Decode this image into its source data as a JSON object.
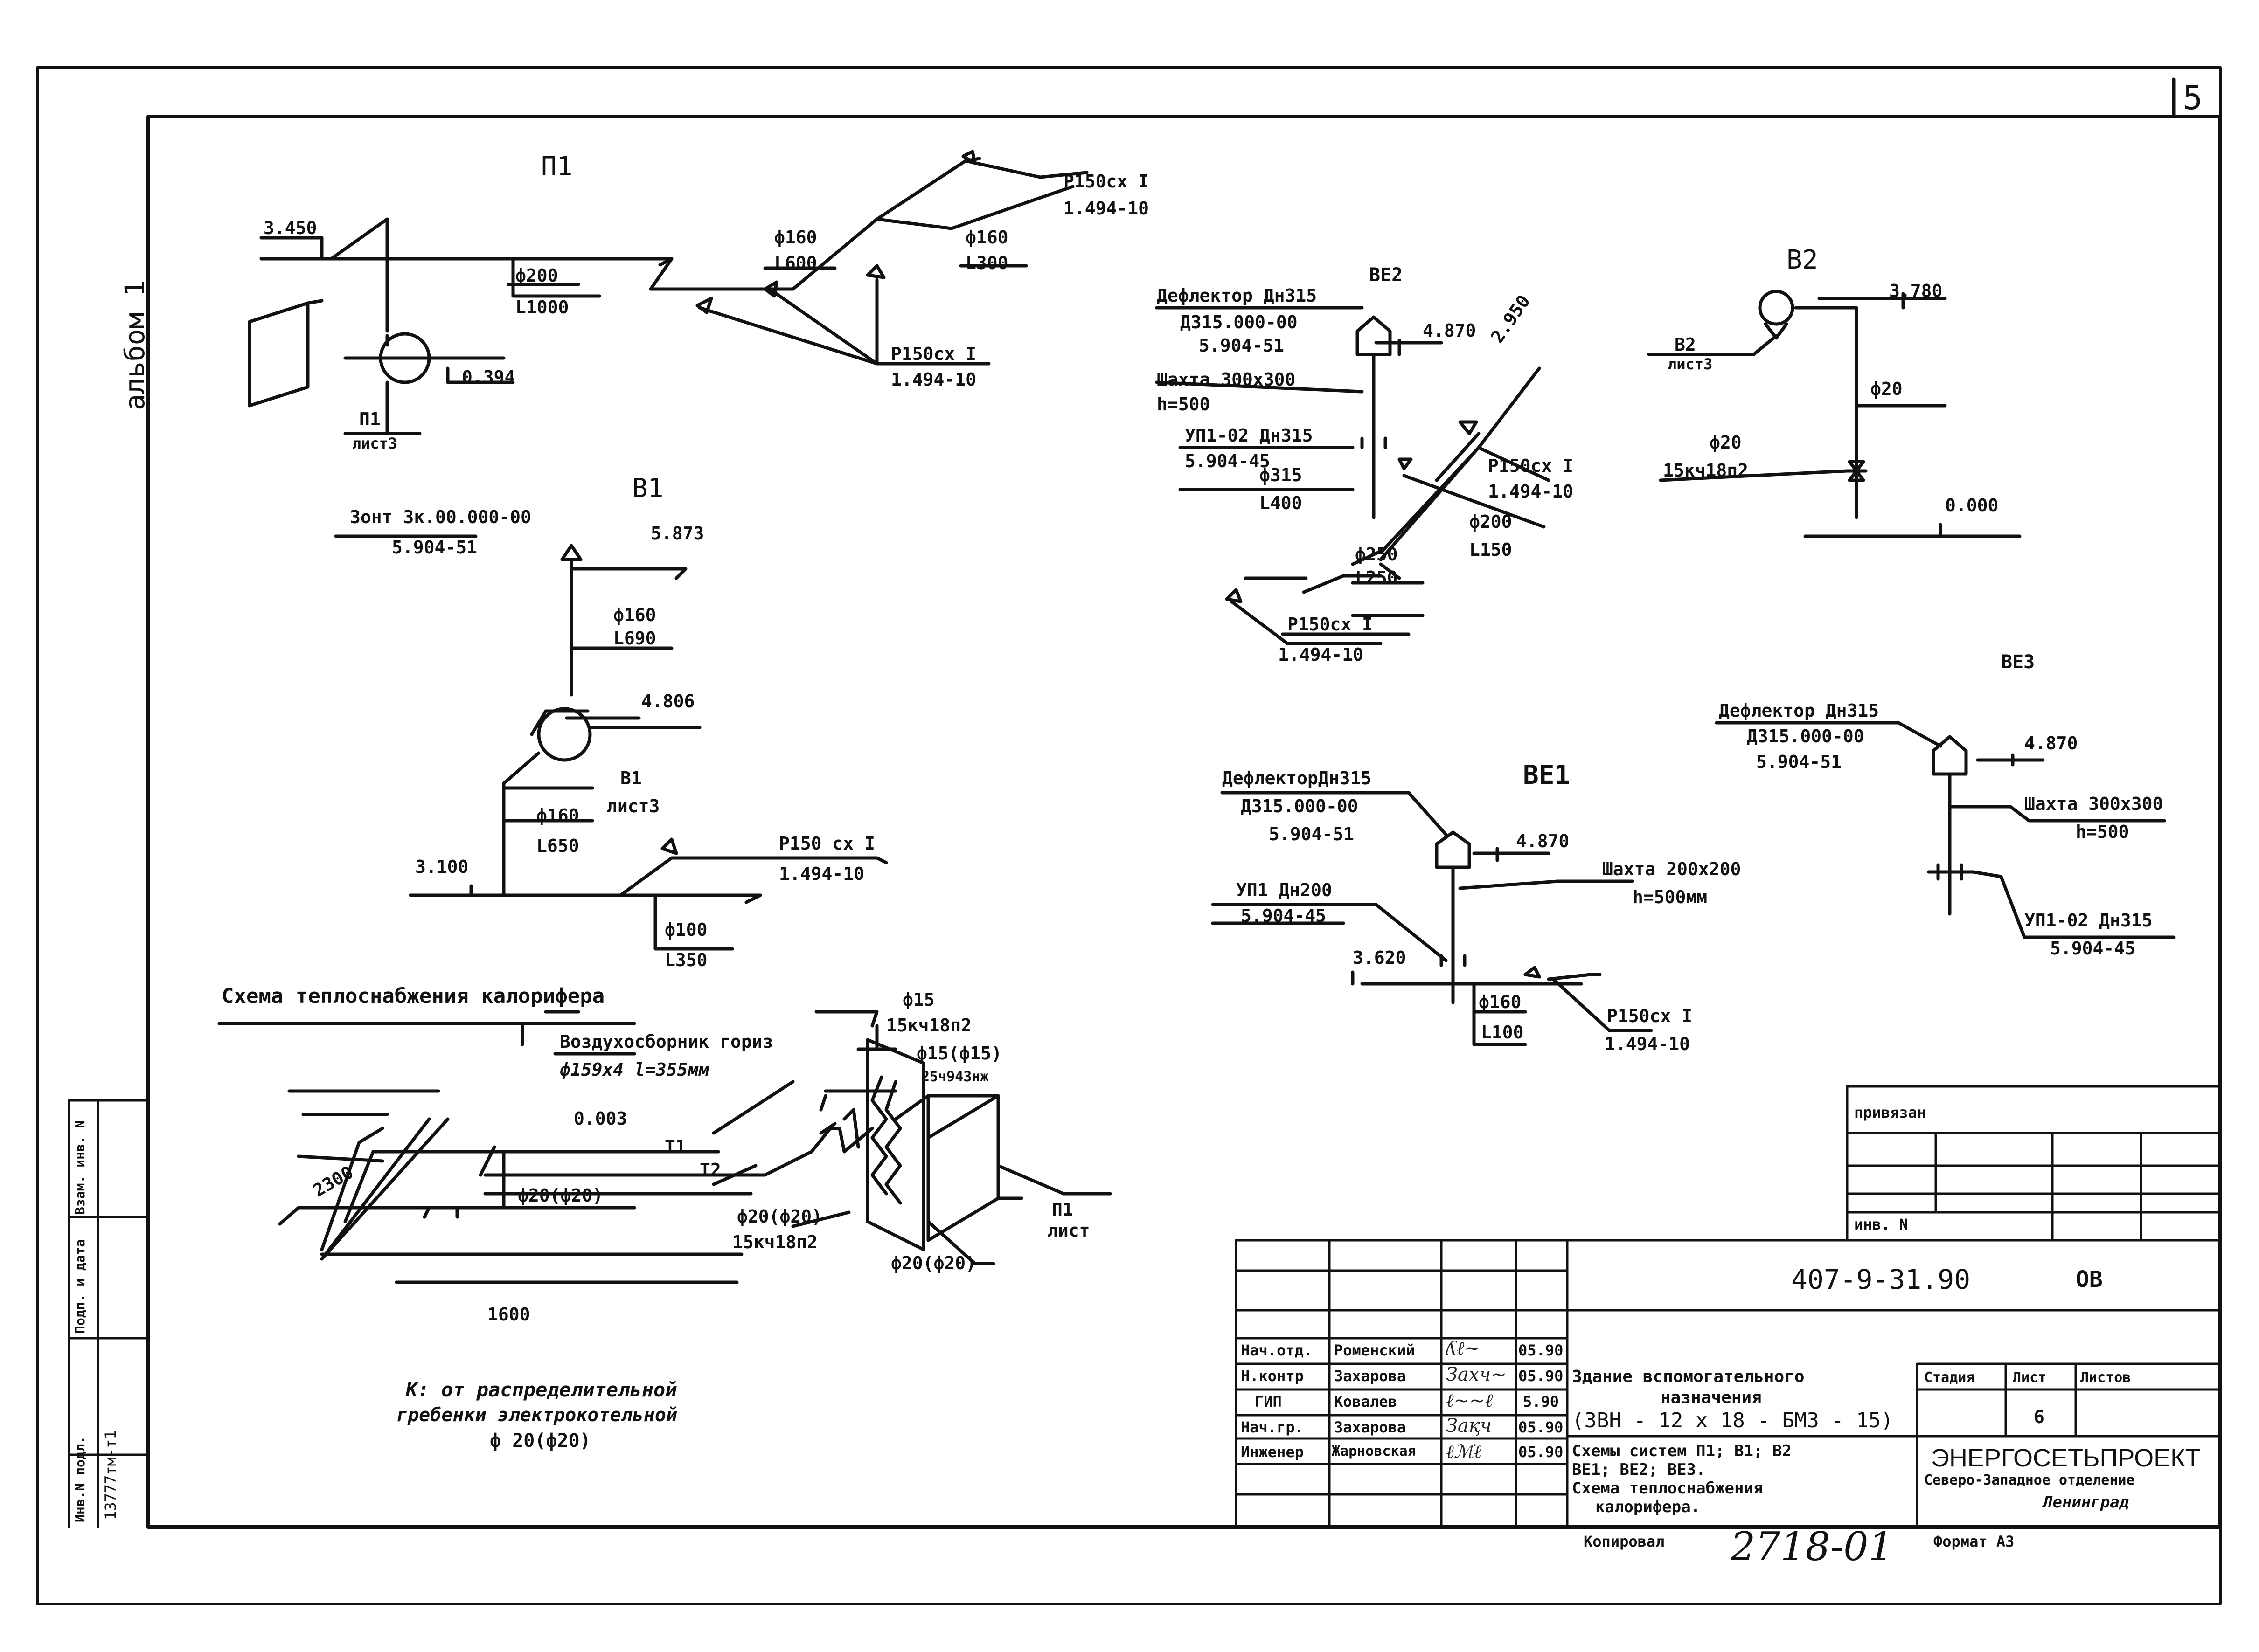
{
  "page_number": "5",
  "album": "альбом 1",
  "schemes": {
    "P1": {
      "title": "П1",
      "elev_top": "3.450",
      "elev_fan": "0.394",
      "dia_main": "ф200",
      "len_main": "L1000",
      "ref_unit": "П1",
      "ref_sheet": "лист3",
      "dia_a": "ф160",
      "len_a": "L600",
      "dia_b": "ф160",
      "len_b": "L300",
      "grille_1": "Р150сх I",
      "grille_1_doc": "1.494-10",
      "grille_2": "Р150сх I",
      "grille_2_doc": "1.494-10"
    },
    "V1": {
      "title": "В1",
      "umbrella": "Зонт Зк.00.000-00",
      "umbrella_doc": "5.904-51",
      "elev_top": "5.873",
      "dia_up": "ф160",
      "len_up": "L690",
      "elev_fan": "4.806",
      "ref_unit": "В1",
      "ref_sheet": "лист3",
      "dia_down": "ф160",
      "len_down": "L650",
      "elev_bottom": "3.100",
      "grille": "Р150 сх I",
      "grille_doc": "1.494-10",
      "dia_branch": "ф100",
      "len_branch": "L350"
    },
    "VE2": {
      "title": "ВЕ2",
      "deflector": "Дефлектор Дн315",
      "deflector_code": "Д315.000-00",
      "deflector_doc": "5.904-51",
      "elev_top": "4.870",
      "elev_slope": "2.950",
      "shaft": "Шахта 300х300",
      "shaft_h": "h=500",
      "valve": "УП1-02 Дн315",
      "valve_doc": "5.904-45",
      "dia_vert": "ф315",
      "len_vert": "L400",
      "grille_1": "Р150сх I",
      "grille_1_doc": "1.494-10",
      "dia_b": "ф200",
      "len_b": "L150",
      "dia_main": "ф250",
      "len_main": "L250",
      "grille_2": "Р150сх I",
      "grille_2_doc": "1.494-10"
    },
    "V2": {
      "title": "В2",
      "elev_top": "3.780",
      "ref_unit": "В2",
      "ref_sheet": "лист3",
      "dia_pipe": "ф20",
      "dia_valve": "ф20",
      "valve": "15кч18п2",
      "elev_bottom": "0.000"
    },
    "VE1": {
      "title": "ВЕ1",
      "deflector": "ДефлекторДн315",
      "deflector_code": "Д315.000-00",
      "deflector_doc": "5.904-51",
      "elev_top": "4.870",
      "shaft": "Шахта 200х200",
      "shaft_h": "h=500мм",
      "valve": "УП1 Дн200",
      "valve_doc": "5.904-45",
      "elev_bottom": "3.620",
      "dia": "ф160",
      "len": "L100",
      "grille": "Р150сх I",
      "grille_doc": "1.494-10"
    },
    "VE3": {
      "title": "ВЕ3",
      "deflector": "Дефлектор Дн315",
      "deflector_code": "Д315.000-00",
      "deflector_doc": "5.904-51",
      "elev_top": "4.870",
      "shaft": "Шахта 300х300",
      "shaft_h": "h=500",
      "valve": "УП1-02 Дн315",
      "valve_doc": "5.904-45"
    },
    "heating": {
      "title": "Схема теплоснабжения калорифера",
      "air_vent": "Воздухосборник гориз",
      "air_vent_size": "ф159х4 l=355мм",
      "dia_15": "ф15",
      "valve_15": "15кч18п2",
      "dia_15b": "ф15(ф15)",
      "valve_15b": "25ч943нж",
      "elev": "0.003",
      "dim_2300": "2300",
      "t1": "Т1",
      "t2": "Т2",
      "dia_pipe": "ф20(ф20)",
      "dia_valve_20": "ф20(ф20)",
      "valve_20": "15кч18п2",
      "dia_out": "ф20(ф20)",
      "ref_unit": "П1",
      "ref_sheet": "лист",
      "dim_1600": "1600",
      "note_1": "К: от распределительной",
      "note_2": "гребенки электрокотельной",
      "note_3": "ф 20(ф20)"
    }
  },
  "privyazan": {
    "label": "привязан",
    "inv": "инв. N"
  },
  "title_block": {
    "doc_code": "407-9-31.90",
    "mark": "ОВ",
    "staff": [
      {
        "role": "Нач.отд.",
        "name": "Роменский",
        "date": "05.90"
      },
      {
        "role": "Н.контр",
        "name": "Захарова",
        "date": "05.90"
      },
      {
        "role": "ГИП",
        "name": "Ковалев",
        "date": "5.90"
      },
      {
        "role": "Нач.гр.",
        "name": "Захарова",
        "date": "05.90"
      },
      {
        "role": "Инженер",
        "name": "Жарновская",
        "date": "05.90"
      }
    ],
    "building_1": "Здание вспомогательного",
    "building_2": "назначения",
    "building_3": "(ЗВН - 12 х 18 - БМЗ - 15)",
    "sheet_title_1": "Схемы систем П1; В1; В2",
    "sheet_title_2": "ВЕ1; ВЕ2; ВЕ3.",
    "sheet_title_3": "Схема теплоснабжения",
    "sheet_title_4": "калорифера.",
    "stage_label": "Стадия",
    "sheet_label": "Лист",
    "sheets_label": "Листов",
    "sheet_no": "6",
    "org_1": "ЭНЕРГОСЕТЬПРОЕКТ",
    "org_2": "Северо-Западное отделение",
    "org_3": "Ленинград",
    "copied_label": "Копировал",
    "copy_no": "2718-01",
    "format": "Формат А3"
  },
  "side_stamps": {
    "inv_orig": "Инв.N подл.",
    "inv_orig_val": "13777тм-т1",
    "sign_date": "Подп. и дата",
    "inv_repl": "Взам. инв. N"
  }
}
